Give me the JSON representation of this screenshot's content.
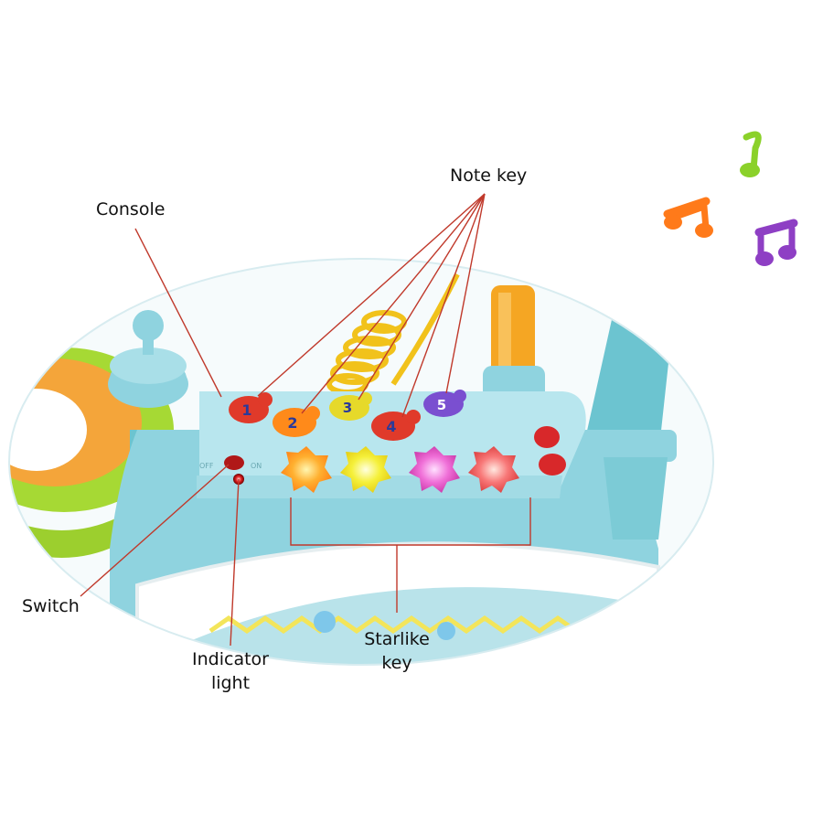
{
  "labels": {
    "note_key": "Note key",
    "console": "Console",
    "switch": "Switch",
    "indicator_light": "Indicator\nlight",
    "starlike_key": "Starlike\nkey"
  },
  "switch_text": {
    "off": "OFF",
    "on": "ON"
  },
  "note_key_numbers": [
    "1",
    "2",
    "3",
    "4",
    "5"
  ],
  "colors": {
    "leader_line": "#c0392b",
    "console_body": "#8fd3df",
    "console_top": "#b8e6ee",
    "note_orange": "#ff7a1a",
    "note_green": "#8bd12a",
    "note_purple": "#8e3fc4",
    "key_red": "#e03a2a",
    "key_yellow": "#e6d92a",
    "key_purple": "#7a4fd0",
    "star_orange": "#ff9a2a",
    "star_yellow": "#f5ea2a",
    "star_pink": "#e75bc8",
    "star_red": "#f06060"
  },
  "icons": [
    "music-note-orange-icon",
    "music-note-green-icon",
    "music-note-purple-icon"
  ]
}
